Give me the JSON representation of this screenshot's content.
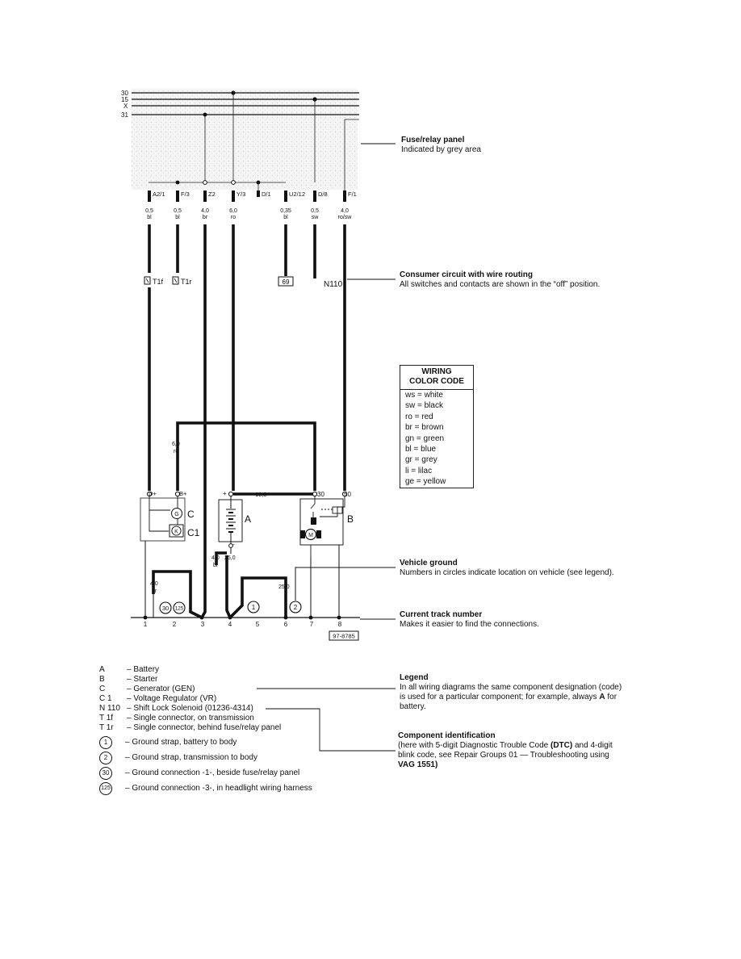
{
  "bus_labels": [
    "30",
    "15",
    "X",
    "31"
  ],
  "connector_labels": [
    "A2/1",
    "F/3",
    "Z2",
    "Y/3",
    "D/1",
    "U2/12",
    "D/8",
    "F/1"
  ],
  "wires": [
    {
      "size": "0,5",
      "color": "bl"
    },
    {
      "size": "0,5",
      "color": "bl"
    },
    {
      "size": "4,0",
      "color": "br"
    },
    {
      "size": "6,0",
      "color": "ro"
    },
    {
      "size": "0,35",
      "color": "bl"
    },
    {
      "size": "0,5",
      "color": "sw"
    },
    {
      "size": "4,0",
      "color": "ro/sw"
    }
  ],
  "component_tags": {
    "t1f": "T1f",
    "t1r": "T1r",
    "box69": "69",
    "n110": "N110"
  },
  "mid_wire": {
    "size": "6,0",
    "color": "ro"
  },
  "terminals": {
    "d_plus": "D+",
    "b_plus": "B+",
    "plus": "+",
    "minus": "-",
    "wire16": "16,0",
    "t30": "30",
    "t50": "50"
  },
  "components": {
    "c": "C",
    "c1": "C1",
    "a": "A",
    "b": "B",
    "gen": "G",
    "reg": "K",
    "motor": "M"
  },
  "ground_wires": {
    "w1_size": "4,0",
    "w1_color": "br",
    "w2_size": "4,0",
    "w2_color": "br",
    "w2_size2": "25,0",
    "w3": "25,0"
  },
  "ground_circles": [
    "30",
    "125",
    "1",
    "2"
  ],
  "track_numbers": [
    "1",
    "2",
    "3",
    "4",
    "5",
    "6",
    "7",
    "8"
  ],
  "figure_code": "97-8785",
  "annotations": {
    "fuse_title": "Fuse/relay panel",
    "fuse_desc": "Indicated by grey area",
    "consumer_title": "Consumer circuit with wire routing",
    "consumer_desc": "All switches and contacts are shown in the “off” position.",
    "ground_title": "Vehicle ground",
    "ground_desc": "Numbers in circles indicate location on vehicle (see legend).",
    "track_title": "Current track number",
    "track_desc": "Makes it easier to find the connections.",
    "legend_title": "Legend",
    "legend_desc_1": "In all wiring diagrams the same component designation (code)",
    "legend_desc_2": "is used for a particular component; for example, always",
    "legend_desc_bold": "A",
    "legend_desc_3": "for",
    "legend_desc_4": "battery.",
    "comp_title": "Component identification",
    "comp_desc_1": "(here with 5-digit Diagnostic Trouble Code",
    "comp_desc_bold1": "(DTC)",
    "comp_desc_2": "and 4-digit",
    "comp_desc_3": "blink code, see Repair Groups 01 — Troubleshooting using",
    "comp_desc_bold2": "VAG 1551)"
  },
  "wiring_color_code": {
    "title_1": "WIRING",
    "title_2": "COLOR CODE",
    "rows": [
      "ws = white",
      "sw = black",
      "ro = red",
      "br = brown",
      "gn = green",
      "bl = blue",
      "gr = grey",
      "li = lilac",
      "ge = yellow"
    ]
  },
  "legend_items": [
    {
      "code": "A",
      "desc": "– Battery"
    },
    {
      "code": "B",
      "desc": "– Starter"
    },
    {
      "code": "C",
      "desc": "– Generator (GEN)"
    },
    {
      "code": "C 1",
      "desc": "– Voltage Regulator (VR)"
    },
    {
      "code": "N 110",
      "desc": "– Shift Lock Solenoid (01236-4314)"
    },
    {
      "code": "T 1f",
      "desc": "– Single connector, on transmission"
    },
    {
      "code": "T 1r",
      "desc": "– Single connector, behind fuse/relay panel"
    }
  ],
  "ground_legend": [
    {
      "num": "1",
      "desc": "– Ground strap, battery to body"
    },
    {
      "num": "2",
      "desc": "– Ground strap, transmission to body"
    },
    {
      "num": "30",
      "desc": "– Ground connection -1-, beside fuse/relay panel"
    },
    {
      "num": "125",
      "desc": "– Ground connection -3-, in headlight wiring harness"
    }
  ]
}
